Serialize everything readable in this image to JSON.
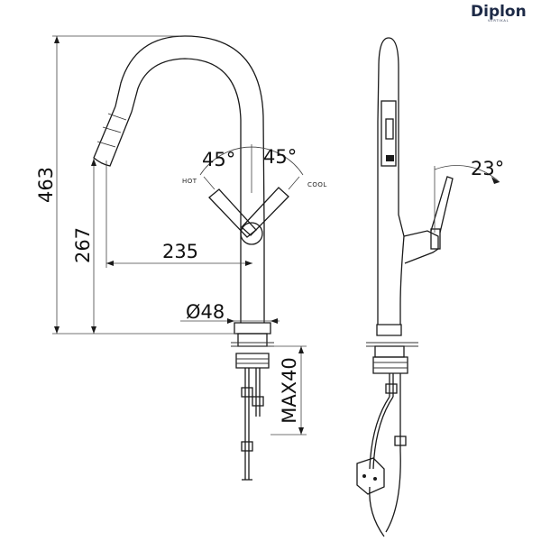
{
  "brand": {
    "name": "Diplon",
    "subtitle": "VERTIKAL"
  },
  "dimensions": {
    "total_height": "463",
    "spout_height": "267",
    "spout_reach": "235",
    "base_diameter": "Ø48",
    "counter_max": "MAX40",
    "hot_angle": "45°",
    "cool_angle": "45°",
    "spray_angle": "23°"
  },
  "labels": {
    "hot": "HOT",
    "cool": "COOL"
  }
}
